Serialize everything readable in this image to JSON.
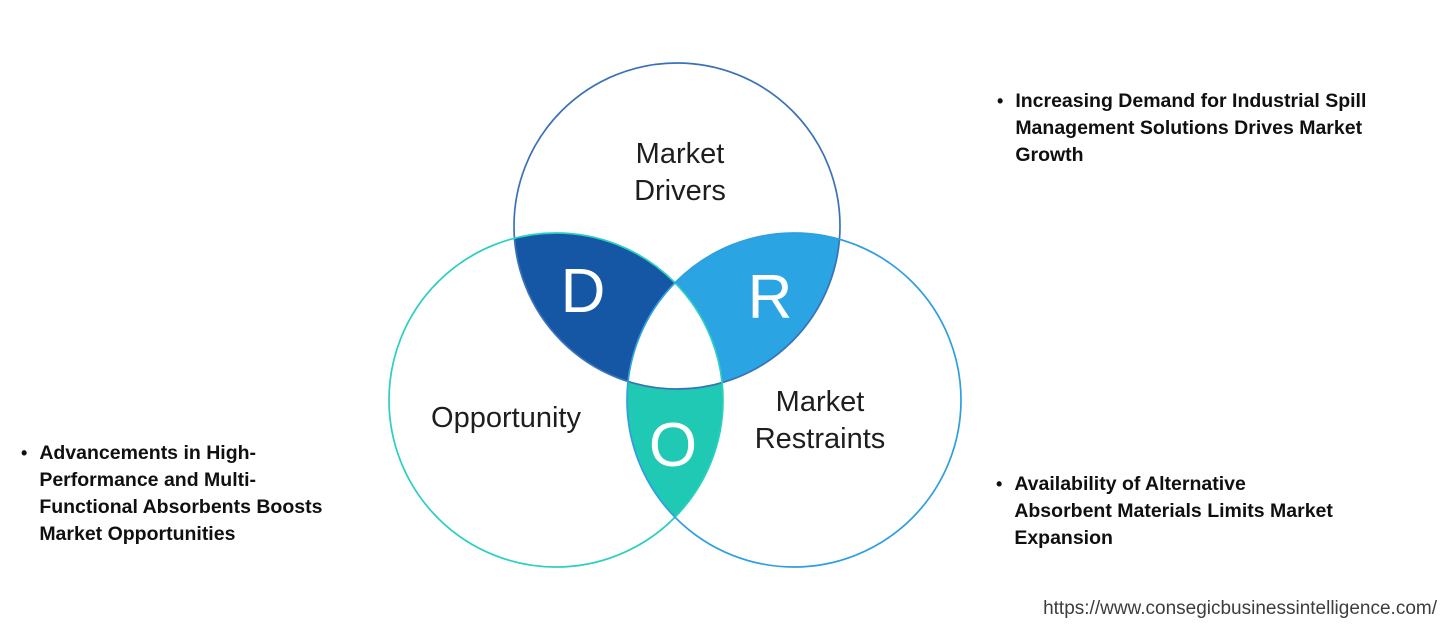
{
  "venn": {
    "letter_color": "#FFFFFF",
    "triple_overlap_fill": "#FFFFFF",
    "circles": [
      {
        "name": "Market Drivers",
        "label_lines": [
          "Market",
          "Drivers"
        ],
        "outline_color": "#3A72B8"
      },
      {
        "name": "Opportunity",
        "label_lines": [
          "Opportunity"
        ],
        "outline_color": "#2BCFC0"
      },
      {
        "name": "Market Restraints",
        "label_lines": [
          "Market",
          "Restraints"
        ],
        "outline_color": "#2E9FE0"
      }
    ],
    "lenses": {
      "drivers": {
        "letter": "D",
        "fill": "#1557A4"
      },
      "restraints": {
        "letter": "R",
        "fill": "#2BA4E4"
      },
      "opportunity": {
        "letter": "O",
        "fill": "#1FC9B4"
      }
    }
  },
  "annotations": [
    {
      "bullet": "•",
      "lines": [
        "Increasing Demand for Industrial Spill",
        "Management Solutions Drives Market",
        "Growth"
      ]
    },
    {
      "bullet": "•",
      "lines": [
        "Advancements in High-",
        "Performance and Multi-",
        "Functional Absorbents Boosts",
        "Market Opportunities"
      ]
    },
    {
      "bullet": "•",
      "lines": [
        "Availability of Alternative",
        "Absorbent Materials Limits Market",
        "Expansion"
      ]
    }
  ],
  "source_url": "https://www.consegicbusinessintelligence.com/"
}
